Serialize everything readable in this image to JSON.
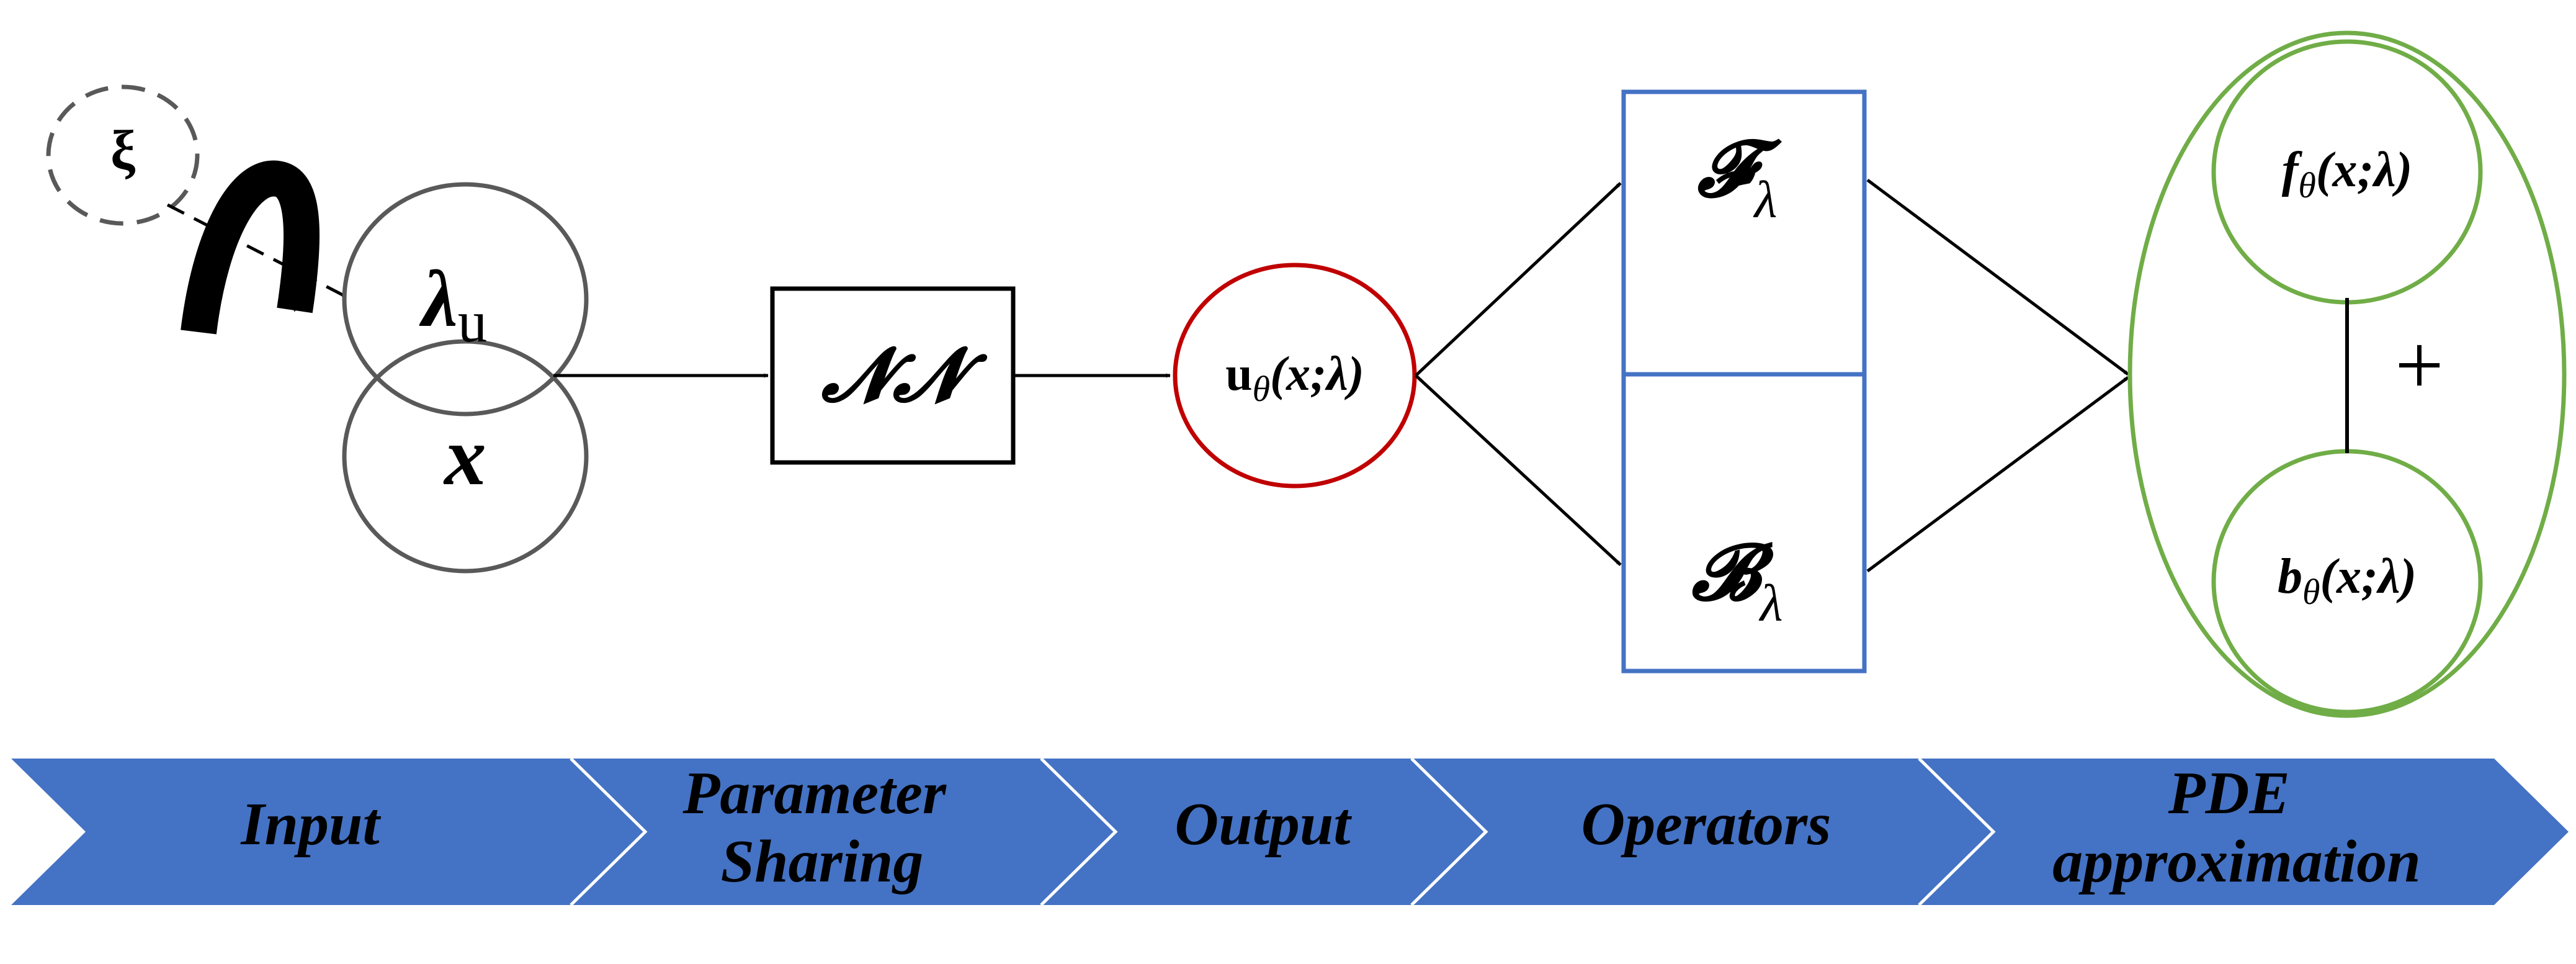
{
  "diagram": {
    "nodes": {
      "xi": {
        "label": "ξ"
      },
      "lambda_u": {
        "symbol": "λ",
        "subscript": "u"
      },
      "x": {
        "label": "x"
      },
      "nn": {
        "label": "𝓝𝓝"
      },
      "u_theta": {
        "main": "u",
        "sub": "θ",
        "args": "(x;λ)"
      },
      "f_op": {
        "symbol": "𝓕",
        "sub": "λ"
      },
      "b_op": {
        "symbol": "𝓑",
        "sub": "λ"
      },
      "f_theta": {
        "main": "f",
        "sub": "θ",
        "args": "(x;λ)"
      },
      "b_theta": {
        "main": "b",
        "sub": "θ",
        "args": "(x;λ)"
      },
      "plus": {
        "label": "+"
      }
    },
    "stages": [
      {
        "line1": "Input",
        "line2": ""
      },
      {
        "line1": "Parameter",
        "line2": "Sharing"
      },
      {
        "line1": "Output",
        "line2": ""
      },
      {
        "line1": "Operators",
        "line2": ""
      },
      {
        "line1": "PDE",
        "line2": "approximation"
      }
    ],
    "colors": {
      "input_stroke": "#595959",
      "output_stroke": "#c00000",
      "operator_stroke": "#4472c4",
      "pde_stroke": "#70ad47",
      "band_fill": "#4472c4",
      "line": "#000000"
    }
  }
}
